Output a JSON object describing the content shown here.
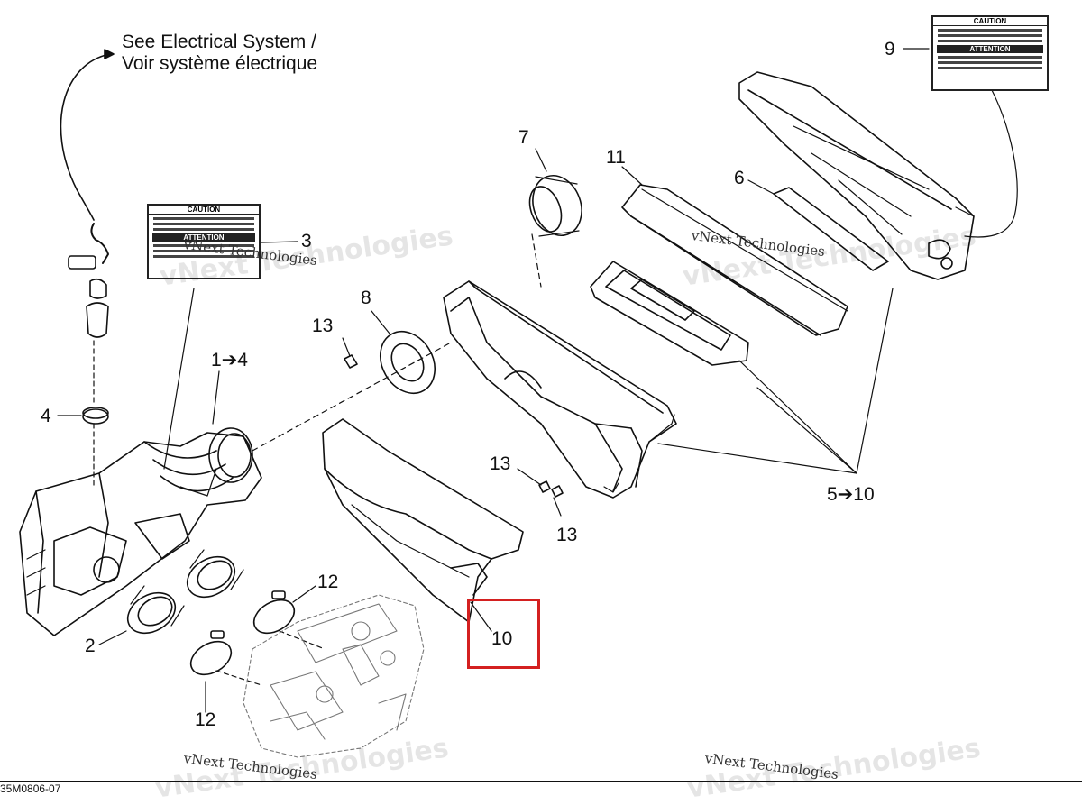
{
  "header": {
    "note_line1": "See Electrical System /",
    "note_line2": "Voir système électrique"
  },
  "callouts": {
    "c1_4": "1➔4",
    "c2": "2",
    "c3": "3",
    "c4": "4",
    "c5_10": "5➔10",
    "c6": "6",
    "c7": "7",
    "c8": "8",
    "c9": "9",
    "c10": "10",
    "c11": "11",
    "c12a": "12",
    "c12b": "12",
    "c13a": "13",
    "c13b": "13",
    "c13c": "13"
  },
  "labels": {
    "caution": "CAUTION",
    "attention": "ATTENTION"
  },
  "watermarks": {
    "text": "vNext Technologies",
    "big": "vNext Technologies"
  },
  "footer": {
    "doc_id": "35M0806-07"
  },
  "highlight": {
    "color": "#d42020",
    "target": "10"
  }
}
